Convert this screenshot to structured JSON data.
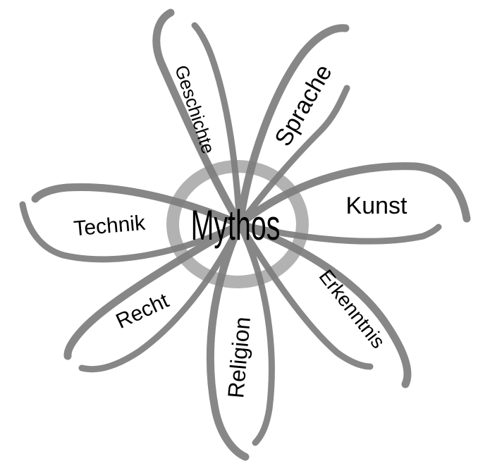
{
  "center": {
    "label": "Mythos"
  },
  "petals": [
    {
      "id": "geschichte",
      "label": "Geschichte"
    },
    {
      "id": "sprache",
      "label": "Sprache"
    },
    {
      "id": "kunst",
      "label": "Kunst"
    },
    {
      "id": "erkenntnis",
      "label": "Erkenntnis"
    },
    {
      "id": "religion",
      "label": "Religion"
    },
    {
      "id": "recht",
      "label": "Recht"
    },
    {
      "id": "technik",
      "label": "Technik"
    }
  ],
  "colors": {
    "stroke": "#7d7d7d",
    "ring": "#9a9a9a",
    "text": "#000000",
    "background": "#ffffff"
  }
}
